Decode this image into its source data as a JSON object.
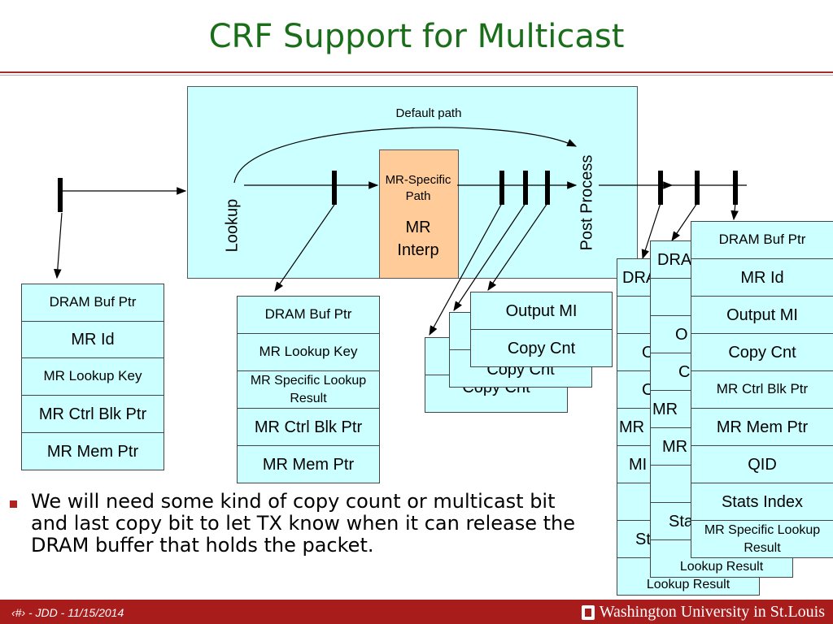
{
  "title": "CRF Support for Multicast",
  "diagram": {
    "default_path_label": "Default path",
    "lookup_label": "Lookup",
    "post_process_label": "Post Process",
    "mr_specific_path_label": "MR-Specific\nPath",
    "mr_interp_label": "MR\nInterp",
    "stack1": [
      "DRAM Buf Ptr",
      "MR Id",
      "MR Lookup Key",
      "MR Ctrl Blk Ptr",
      "MR Mem Ptr"
    ],
    "stack2": [
      "DRAM Buf Ptr",
      "MR Lookup Key",
      "MR Specific Lookup Result",
      "MR Ctrl Blk Ptr",
      "MR Mem Ptr"
    ],
    "mini_stack_back": [
      "",
      "Copy Cnt"
    ],
    "mini_stack_mid": [
      "",
      "Copy Cnt"
    ],
    "mini_stack_front": [
      "Output MI",
      "Copy Cnt"
    ],
    "big_stack_back": [
      "DRA",
      "",
      "O",
      "C",
      "MR",
      "MI",
      "",
      "St",
      "M\nLookup Result"
    ],
    "big_stack_mid": [
      "DRA",
      "",
      "O",
      "C",
      "MR",
      "MR",
      "",
      "Stat",
      "M\nLookup Result"
    ],
    "big_stack_front": [
      "DRAM Buf Ptr",
      "MR Id",
      "Output MI",
      "Copy Cnt",
      "MR Ctrl Blk Ptr",
      "MR Mem Ptr",
      "QID",
      "Stats Index",
      "MR Specific Lookup Result"
    ]
  },
  "bullet_text": "We will need some kind of copy count or multicast bit and last copy bit to let TX know when it can release the DRAM buffer that holds the packet.",
  "footer": {
    "left": "‹#› - JDD - 11/15/2014",
    "right": "Washington University in St.Louis"
  },
  "colors": {
    "title": "#1a6e1a",
    "panel": "#ccffff",
    "mr_box": "#ffcc99",
    "footer": "#a81c1c"
  }
}
